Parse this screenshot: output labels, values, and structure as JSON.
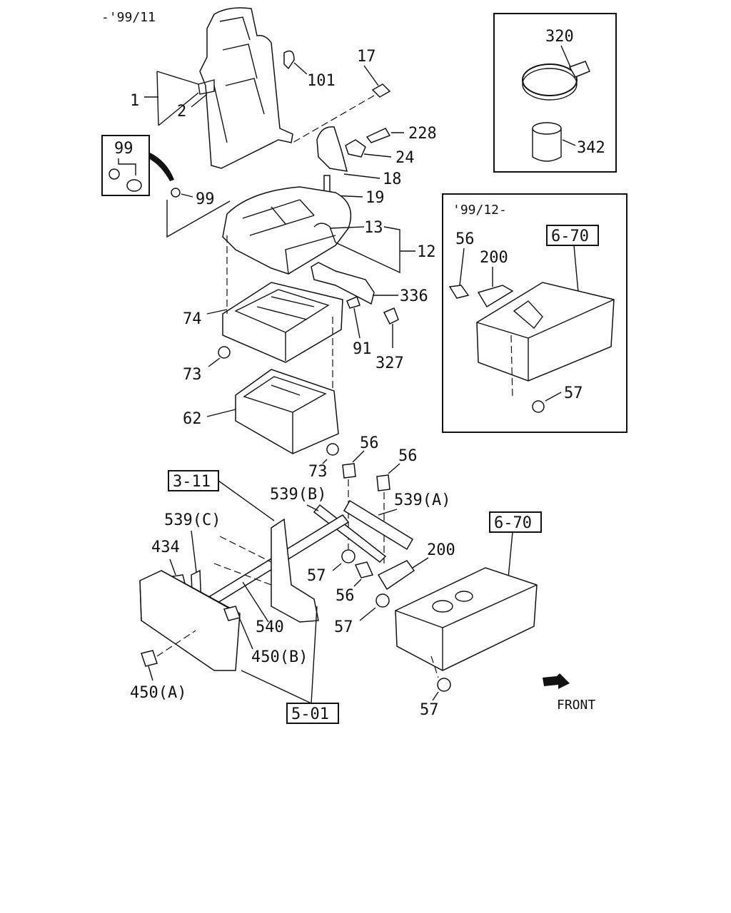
{
  "header": {
    "date_range": "-'99/11"
  },
  "labels": {
    "l1": "1",
    "l2": "2",
    "l101": "101",
    "l17": "17",
    "l228": "228",
    "l24": "24",
    "l18": "18",
    "l19": "19",
    "l99box": "99",
    "l99": "99",
    "l13": "13",
    "l12": "12",
    "l336": "336",
    "l74": "74",
    "l91": "91",
    "l327": "327",
    "l73a": "73",
    "l62": "62",
    "l73b": "73",
    "l320": "320",
    "l342": "342",
    "inset_date": "'99/12-",
    "i56": "56",
    "i200": "200",
    "i670": "6-70",
    "i57": "57",
    "ref311": "3-11",
    "b56a": "56",
    "b56b": "56",
    "b539b": "539(B)",
    "b539a": "539(A)",
    "b539c": "539(C)",
    "b434": "434",
    "b200": "200",
    "ref670": "6-70",
    "b57a": "57",
    "b56c": "56",
    "b57b": "57",
    "b540": "540",
    "b450b": "450(B)",
    "b450a": "450(A)",
    "ref501": "5-01",
    "b57c": "57"
  },
  "orientation": {
    "front_label": "FRONT",
    "front_icon": "arrow-icon"
  }
}
